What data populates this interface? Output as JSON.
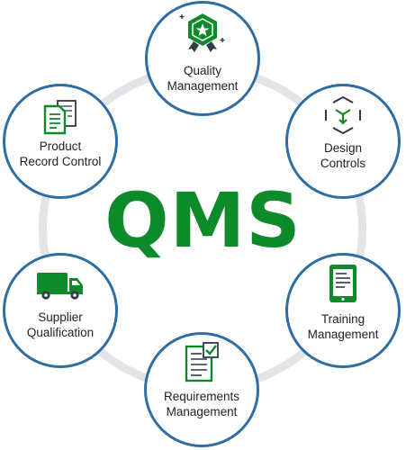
{
  "center": {
    "title": "QMS"
  },
  "nodes": {
    "quality": {
      "line1": "Quality",
      "line2": "Management",
      "icon": "award-badge-icon"
    },
    "design": {
      "line1": "Design",
      "line2": "Controls",
      "icon": "cube-arrows-icon"
    },
    "training": {
      "line1": "Training",
      "line2": "Management",
      "icon": "tablet-icon"
    },
    "requirements": {
      "line1": "Requirements",
      "line2": "Management",
      "icon": "checklist-document-icon"
    },
    "supplier": {
      "line1": "Supplier",
      "line2": "Qualification",
      "icon": "truck-icon"
    },
    "product": {
      "line1": "Product",
      "line2": "Record Control",
      "icon": "documents-icon"
    }
  },
  "colors": {
    "green": "#0d8a2a",
    "node_border": "#2e6ea3",
    "ring": "#e2e4e8",
    "icon_dark": "#2f3a45"
  }
}
